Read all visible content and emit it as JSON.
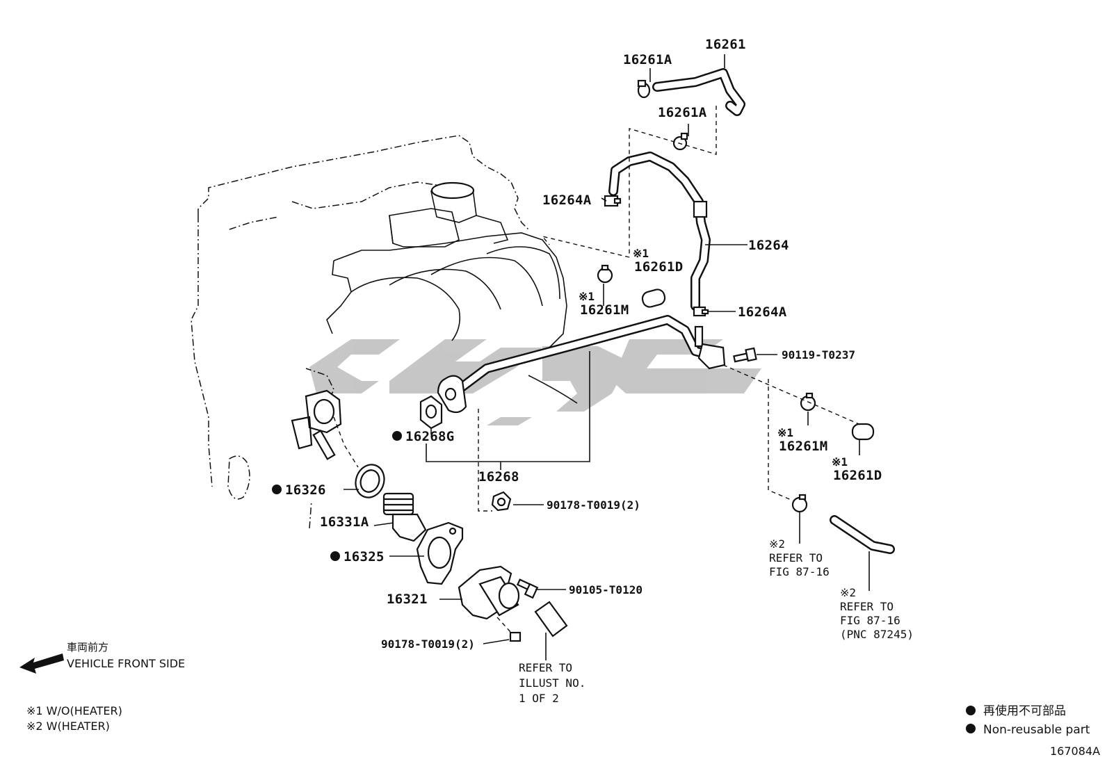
{
  "diagram": {
    "parts": {
      "p16261": "16261",
      "p16261A_top": "16261A",
      "p16261A_mid": "16261A",
      "p16264A_top": "16264A",
      "p16264": "16264",
      "p16261D_upper_mark": "※1",
      "p16261D_upper": "16261D",
      "p16261M_upper_mark": "※1",
      "p16261M_upper": "16261M",
      "p16264A_bot": "16264A",
      "p90119": "90119-T0237",
      "p16261M_lower_mark": "※1",
      "p16261M_lower": "16261M",
      "p16261D_lower_mark": "※1",
      "p16261D_lower": "16261D",
      "p16268G": "16268G",
      "p16268": "16268",
      "p16326": "16326",
      "p90178_a": "90178-T0019(2)",
      "p16331A": "16331A",
      "p16325": "16325",
      "p16321": "16321",
      "p90105": "90105-T0120",
      "p90178_b": "90178-T0019(2)"
    },
    "refs": {
      "r1_mark": "※2",
      "r1_l1": "REFER TO",
      "r1_l2": "FIG 87-16",
      "r2_mark": "※2",
      "r2_l1": "REFER TO",
      "r2_l2": "FIG 87-16",
      "r2_l3": "(PNC 87245)",
      "r3_l1": "REFER TO",
      "r3_l2": "ILLUST NO.",
      "r3_l3": "1 OF 2"
    },
    "front": {
      "jp": "車両前方",
      "en": "VEHICLE FRONT SIDE"
    },
    "notes": {
      "n1": "※1 W/O(HEATER)",
      "n2": "※2 W(HEATER)"
    },
    "legend": {
      "jp": "再使用不可部品",
      "en": "Non-reusable part"
    },
    "figure_id": "167084A"
  }
}
